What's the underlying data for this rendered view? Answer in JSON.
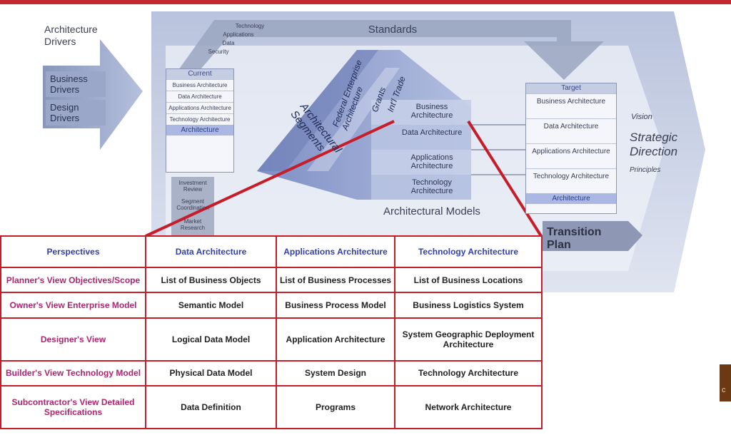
{
  "drivers": {
    "title": "Architecture Drivers",
    "items": [
      "Business Drivers",
      "Design Drivers"
    ]
  },
  "standards": {
    "label": "Standards",
    "stack": [
      "Technology",
      "Applications",
      "Data",
      "Security"
    ]
  },
  "current": {
    "title": "Current",
    "items": [
      "Business Architecture",
      "Data Architecture",
      "Applications Architecture",
      "Technology Architecture"
    ],
    "footer": "Architecture"
  },
  "lower_stack": [
    "Investment Review",
    "Segment Coordination",
    "Market Research"
  ],
  "segments": {
    "main_label": "Architectural Segments",
    "labels": [
      "Federal Enterprise Architecture",
      "Grants",
      "Int'l Trade"
    ]
  },
  "models": {
    "rows": [
      "Business Architecture",
      "Data Architecture",
      "Applications Architecture",
      "Technology Architecture"
    ],
    "label": "Architectural Models"
  },
  "target": {
    "title": "Target",
    "items": [
      "Business Architecture",
      "Data Architecture",
      "Applications Architecture",
      "Technology Architecture"
    ],
    "footer": "Architecture"
  },
  "direction": {
    "vision": "Vision",
    "title": "Strategic Direction",
    "principles": "Principles"
  },
  "transition": "Transition Plan",
  "matrix": {
    "headers": [
      "Perspectives",
      "Data Architecture",
      "Applications Architecture",
      "Technology Architecture"
    ],
    "rows": [
      {
        "perspective": "Planner's View Objectives/Scope",
        "data": "List of Business Objects",
        "apps": "List of Business Processes",
        "tech": "List of Business Locations"
      },
      {
        "perspective": "Owner's View Enterprise Model",
        "data": "Semantic Model",
        "apps": "Business Process Model",
        "tech": "Business Logistics System"
      },
      {
        "perspective": "Designer's View",
        "data": "Logical Data Model",
        "apps": "Application Architecture",
        "tech": "System Geographic Deployment Architecture"
      },
      {
        "perspective": "Builder's View Technology Model",
        "data": "Physical Data Model",
        "apps": "System Design",
        "tech": "Technology Architecture"
      },
      {
        "perspective": "Subcontractor's View Detailed Specifications",
        "data": "Data Definition",
        "apps": "Programs",
        "tech": "Network Architecture"
      }
    ]
  },
  "badge": "c",
  "colors": {
    "frame": "#c61d2a",
    "header_text": "#3140b3",
    "perspective_text": "#b0246f",
    "big_arrow": "#c7cfe3"
  }
}
